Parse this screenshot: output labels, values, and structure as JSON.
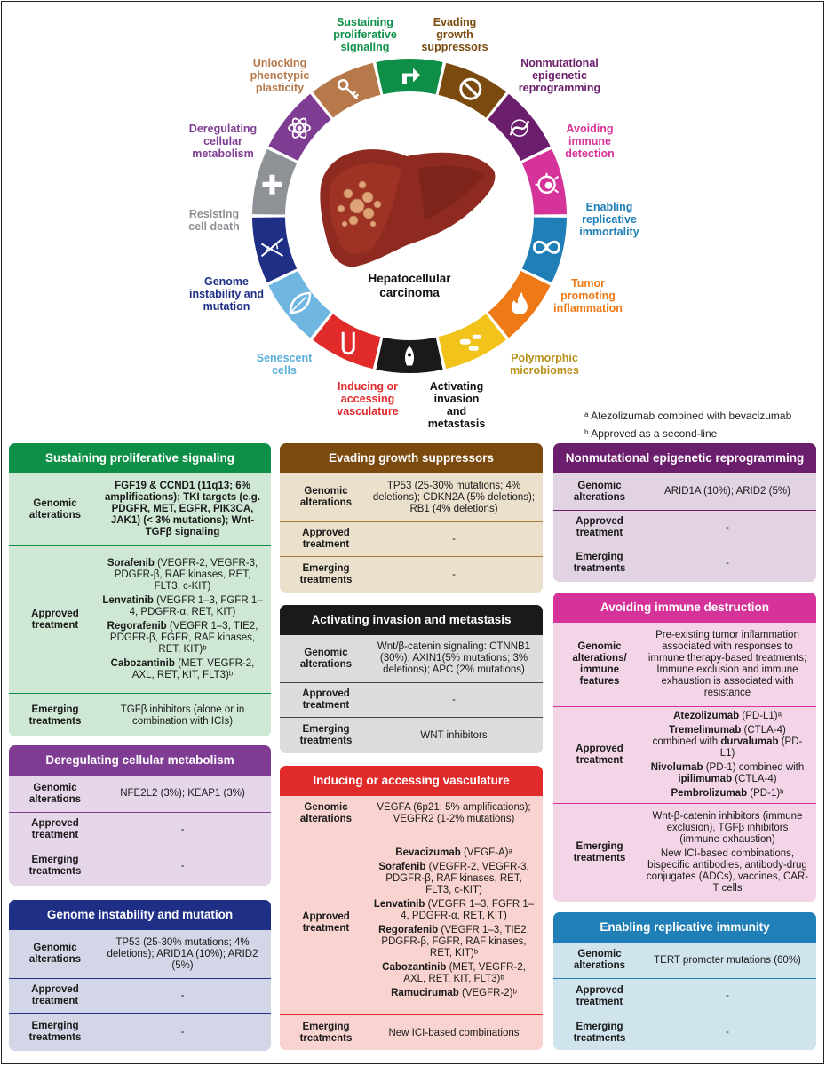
{
  "center": {
    "line1": "Hepatocellular",
    "line2": "carcinoma"
  },
  "hallmarks": [
    {
      "icon": "arrow-icon",
      "color": "#0e8f47",
      "lines": [
        "Sustaining",
        "proliferative",
        "signaling"
      ]
    },
    {
      "icon": "no-entry-icon",
      "color": "#7a4a0f",
      "lines": [
        "Evading",
        "growth",
        "suppressors"
      ]
    },
    {
      "icon": "dna-coil-icon",
      "color": "#6b1e6c",
      "lines": [
        "Nonmutational",
        "epigenetic",
        "reprogramming"
      ]
    },
    {
      "icon": "immune-cell-icon",
      "color": "#d6339a",
      "lines": [
        "Avoiding",
        "immune",
        "detection"
      ]
    },
    {
      "icon": "infinity-icon",
      "color": "#1f7fb6",
      "lines": [
        "Enabling",
        "replicative",
        "immortality"
      ]
    },
    {
      "icon": "flame-icon",
      "color": "#ee7a17",
      "lines": [
        "Tumor",
        "promoting",
        "inflammation"
      ]
    },
    {
      "icon": "microbe-icon",
      "color": "#f2c31a",
      "lines": [
        "Polymorphic",
        "microbiomes"
      ]
    },
    {
      "icon": "rocket-cell-icon",
      "color": "#1a1a1a",
      "lines": [
        "Activating",
        "invasion",
        "and",
        "metastasis"
      ]
    },
    {
      "icon": "vessel-icon",
      "color": "#e12a2a",
      "lines": [
        "Inducing or",
        "accessing",
        "vasculature"
      ]
    },
    {
      "icon": "leaf-cell-icon",
      "color": "#6fb7e0",
      "lines": [
        "Senescent",
        "cells"
      ]
    },
    {
      "icon": "dna-helix-icon",
      "color": "#1f2f86",
      "lines": [
        "Genome",
        "instability and",
        "mutation"
      ]
    },
    {
      "icon": "cross-icon",
      "color": "#8e9296",
      "lines": [
        "Resisting",
        "cell death"
      ]
    },
    {
      "icon": "atom-icon",
      "color": "#7e3c93",
      "lines": [
        "Deregulating",
        "cellular",
        "metabolism"
      ]
    },
    {
      "icon": "key-icon",
      "color": "#b7794a",
      "lines": [
        "Unlocking",
        "phenotypic",
        "plasticity"
      ]
    }
  ],
  "footnotes": {
    "a": "ᵃ Atezolizumab combined with bevacizumab",
    "b": "ᵇ Approved as a second-line"
  },
  "cards": [
    {
      "id": "sustaining",
      "title": "Sustaining proliferative signaling",
      "header_color": "#0e8f47",
      "bg_color": "#cfe8d6",
      "line_color": "#0e8f47",
      "rows": [
        {
          "label": "Genomic\nalterations",
          "h": 78,
          "items": [
            [
              {
                "t": "FGF19 & CCND1 (11q13; 6% amplifications); TKI targets (e.g. PDGFR, MET, EGFR, PIK3CA, JAK1) (< 3% mutations); Wnt-TGFβ signaling",
                "b": true
              }
            ]
          ]
        },
        {
          "label": "Approved\ntreatment",
          "h": 160,
          "items": [
            [
              {
                "t": "Sorafenib",
                "b": true
              },
              {
                "t": " (VEGFR-2, VEGFR-3, PDGFR-β, RAF kinases, RET, FLT3, c-KIT)"
              }
            ],
            [
              {
                "t": "Lenvatinib",
                "b": true
              },
              {
                "t": " (VEGFR 1–3, FGFR 1–4, PDGFR-α, RET, KIT)"
              }
            ],
            [
              {
                "t": "Regorafenib",
                "b": true
              },
              {
                "t": " (VEGFR 1–3, TIE2, PDGFR-β, FGFR, RAF kinases, RET, KIT)ᵇ"
              }
            ],
            [
              {
                "t": "Cabozantinib",
                "b": true
              },
              {
                "t": " (MET, VEGFR-2, AXL, RET, KIT, FLT3)ᵇ"
              }
            ]
          ]
        },
        {
          "label": "Emerging\ntreatments",
          "h": 48,
          "items": [
            [
              {
                "t": "TGFβ inhibitors (alone or in combination with ICIs)"
              }
            ]
          ]
        }
      ]
    },
    {
      "id": "deregulating",
      "title": "Deregulating cellular metabolism",
      "header_color": "#7e3c93",
      "bg_color": "#e6d6ea",
      "line_color": "#7e3c93",
      "rows": [
        {
          "label": "Genomic\nalterations",
          "h": 40,
          "items": [
            [
              {
                "t": "NFE2L2 (3%); KEAP1 (3%)"
              }
            ]
          ]
        },
        {
          "label": "Approved\ntreatment",
          "h": 38,
          "items": [
            [
              {
                "t": "-"
              }
            ]
          ]
        },
        {
          "label": "Emerging\ntreatments",
          "h": 42,
          "items": [
            [
              {
                "t": "-"
              }
            ]
          ]
        }
      ]
    },
    {
      "id": "genome",
      "title": "Genome instability and mutation",
      "header_color": "#1f2f86",
      "bg_color": "#d3d6e6",
      "line_color": "#1f2f86",
      "rows": [
        {
          "label": "Genomic\nalterations",
          "h": 52,
          "items": [
            [
              {
                "t": "TP53 (25-30% mutations; 4% deletions); ARID1A (10%); ARID2 (5%)"
              }
            ]
          ]
        },
        {
          "label": "Approved\ntreatment",
          "h": 38,
          "items": [
            [
              {
                "t": "-"
              }
            ]
          ]
        },
        {
          "label": "Emerging\ntreatments",
          "h": 42,
          "items": [
            [
              {
                "t": "-"
              }
            ]
          ]
        }
      ]
    },
    {
      "id": "evading",
      "title": "Evading growth suppressors",
      "header_color": "#7a4a0f",
      "bg_color": "#ebe0cc",
      "line_color": "#b07a3a",
      "rows": [
        {
          "label": "Genomic\nalterations",
          "h": 52,
          "items": [
            [
              {
                "t": "TP53 (25-30% mutations; 4% deletions); CDKN2A (5% deletions); RB1 (4% deletions)"
              }
            ]
          ]
        },
        {
          "label": "Approved\ntreatment",
          "h": 38,
          "items": [
            [
              {
                "t": "-"
              }
            ]
          ]
        },
        {
          "label": "Emerging\ntreatments",
          "h": 40,
          "items": [
            [
              {
                "t": "-"
              }
            ]
          ]
        }
      ]
    },
    {
      "id": "activating",
      "title": "Activating invasion and metastasis",
      "header_color": "#1a1a1a",
      "bg_color": "#dcdcdc",
      "line_color": "#444444",
      "rows": [
        {
          "label": "Genomic\nalterations",
          "h": 52,
          "items": [
            [
              {
                "t": "Wnt/β-catenin signaling: CTNNB1 (30%); AXIN1(5% mutations; 3% deletions); APC (2% mutations)"
              }
            ]
          ]
        },
        {
          "label": "Approved\ntreatment",
          "h": 38,
          "items": [
            [
              {
                "t": "-"
              }
            ]
          ]
        },
        {
          "label": "Emerging\ntreatments",
          "h": 40,
          "items": [
            [
              {
                "t": "WNT inhibitors"
              }
            ]
          ]
        }
      ]
    },
    {
      "id": "inducing",
      "title": "Inducing or accessing vasculature",
      "header_color": "#e12a2a",
      "bg_color": "#f8d3cf",
      "line_color": "#e12a2a",
      "rows": [
        {
          "label": "Genomic\nalterations",
          "h": 38,
          "items": [
            [
              {
                "t": "VEGFA (6p21; 5% amplifications); VEGFR2 (1-2% mutations)"
              }
            ]
          ]
        },
        {
          "label": "Approved\ntreatment",
          "h": 204,
          "items": [
            [
              {
                "t": "Bevacizumab",
                "b": true
              },
              {
                "t": " (VEGF-A)ᵃ"
              }
            ],
            [
              {
                "t": "Sorafenib",
                "b": true
              },
              {
                "t": " (VEGFR-2, VEGFR-3, PDGFR-β, RAF kinases, RET, FLT3, c-KIT)"
              }
            ],
            [
              {
                "t": "Lenvatinib",
                "b": true
              },
              {
                "t": " (VEGFR 1–3, FGFR 1–4, PDGFR-α, RET, KIT)"
              }
            ],
            [
              {
                "t": "Regorafenib",
                "b": true
              },
              {
                "t": " (VEGFR 1–3, TIE2, PDGFR-β, FGFR, RAF kinases, RET, KIT)ᵇ"
              }
            ],
            [
              {
                "t": "Cabozantinib",
                "b": true
              },
              {
                "t": " (MET, VEGFR-2, AXL, RET, KIT, FLT3)ᵇ"
              }
            ],
            [
              {
                "t": "Ramucirumab",
                "b": true
              },
              {
                "t": " (VEGFR-2)ᵇ"
              }
            ]
          ]
        },
        {
          "label": "Emerging\ntreatments",
          "h": 40,
          "items": [
            [
              {
                "t": "New ICI-based combinations"
              }
            ]
          ]
        }
      ]
    },
    {
      "id": "nonmutational",
      "title": "Nonmutational epigenetic reprogramming",
      "header_color": "#6b1e6c",
      "bg_color": "#e2d3e2",
      "line_color": "#6b1e6c",
      "rows": [
        {
          "label": "Genomic\nalterations",
          "h": 40,
          "items": [
            [
              {
                "t": "ARID1A (10%); ARID2 (5%)"
              }
            ]
          ]
        },
        {
          "label": "Approved\ntreatment",
          "h": 38,
          "items": [
            [
              {
                "t": "-"
              }
            ]
          ]
        },
        {
          "label": "Emerging\ntreatments",
          "h": 40,
          "items": [
            [
              {
                "t": "-"
              }
            ]
          ]
        }
      ]
    },
    {
      "id": "avoiding",
      "title": "Avoiding immune destruction",
      "header_color": "#d6339a",
      "bg_color": "#f3d5e7",
      "line_color": "#d6339a",
      "rows": [
        {
          "label": "Genomic\nalterations/\nimmune\nfeatures",
          "h": 92,
          "items": [
            [
              {
                "t": "Pre-existing tumor inflammation associated with responses to immune therapy-based treatments; Immune exclusion and immune exhaustion is associated with resistance"
              }
            ]
          ]
        },
        {
          "label": "Approved\ntreatment",
          "h": 106,
          "items": [
            [
              {
                "t": "Atezolizumab",
                "b": true
              },
              {
                "t": " (PD-L1)ᵃ"
              }
            ],
            [
              {
                "t": "Tremelimumab",
                "b": true
              },
              {
                "t": " (CTLA-4) combined with "
              },
              {
                "t": "durvalumab",
                "b": true
              },
              {
                "t": " (PD-L1)"
              }
            ],
            [
              {
                "t": "Nivolumab",
                "b": true
              },
              {
                "t": " (PD-1) combined with "
              },
              {
                "t": "ipilimumab",
                "b": true
              },
              {
                "t": " (CTLA-4)"
              }
            ],
            [
              {
                "t": "Pembrolizumab",
                "b": true
              },
              {
                "t": " (PD-1)ᵇ"
              }
            ]
          ]
        },
        {
          "label": "Emerging\ntreatments",
          "h": 108,
          "items": [
            [
              {
                "t": "Wnt-β-catenin inhibitors (immune exclusion), TGFβ inhibitors (immune exhaustion)"
              }
            ],
            [
              {
                "t": "New ICI-based combinations, bispecific antibodies, antibody-drug conjugates (ADCs), vaccines, CAR-T cells"
              }
            ]
          ]
        }
      ]
    },
    {
      "id": "enabling",
      "title": "Enabling replicative immunity",
      "header_color": "#1f7fb6",
      "bg_color": "#d0e4ee",
      "line_color": "#1f7fb6",
      "rows": [
        {
          "label": "Genomic\nalterations",
          "h": 38,
          "items": [
            [
              {
                "t": "TERT promoter mutations (60%)"
              }
            ]
          ]
        },
        {
          "label": "Approved\ntreatment",
          "h": 38,
          "items": [
            [
              {
                "t": "-"
              }
            ]
          ]
        },
        {
          "label": "Emerging\ntreatments",
          "h": 40,
          "items": [
            [
              {
                "t": "-"
              }
            ]
          ]
        }
      ]
    }
  ]
}
